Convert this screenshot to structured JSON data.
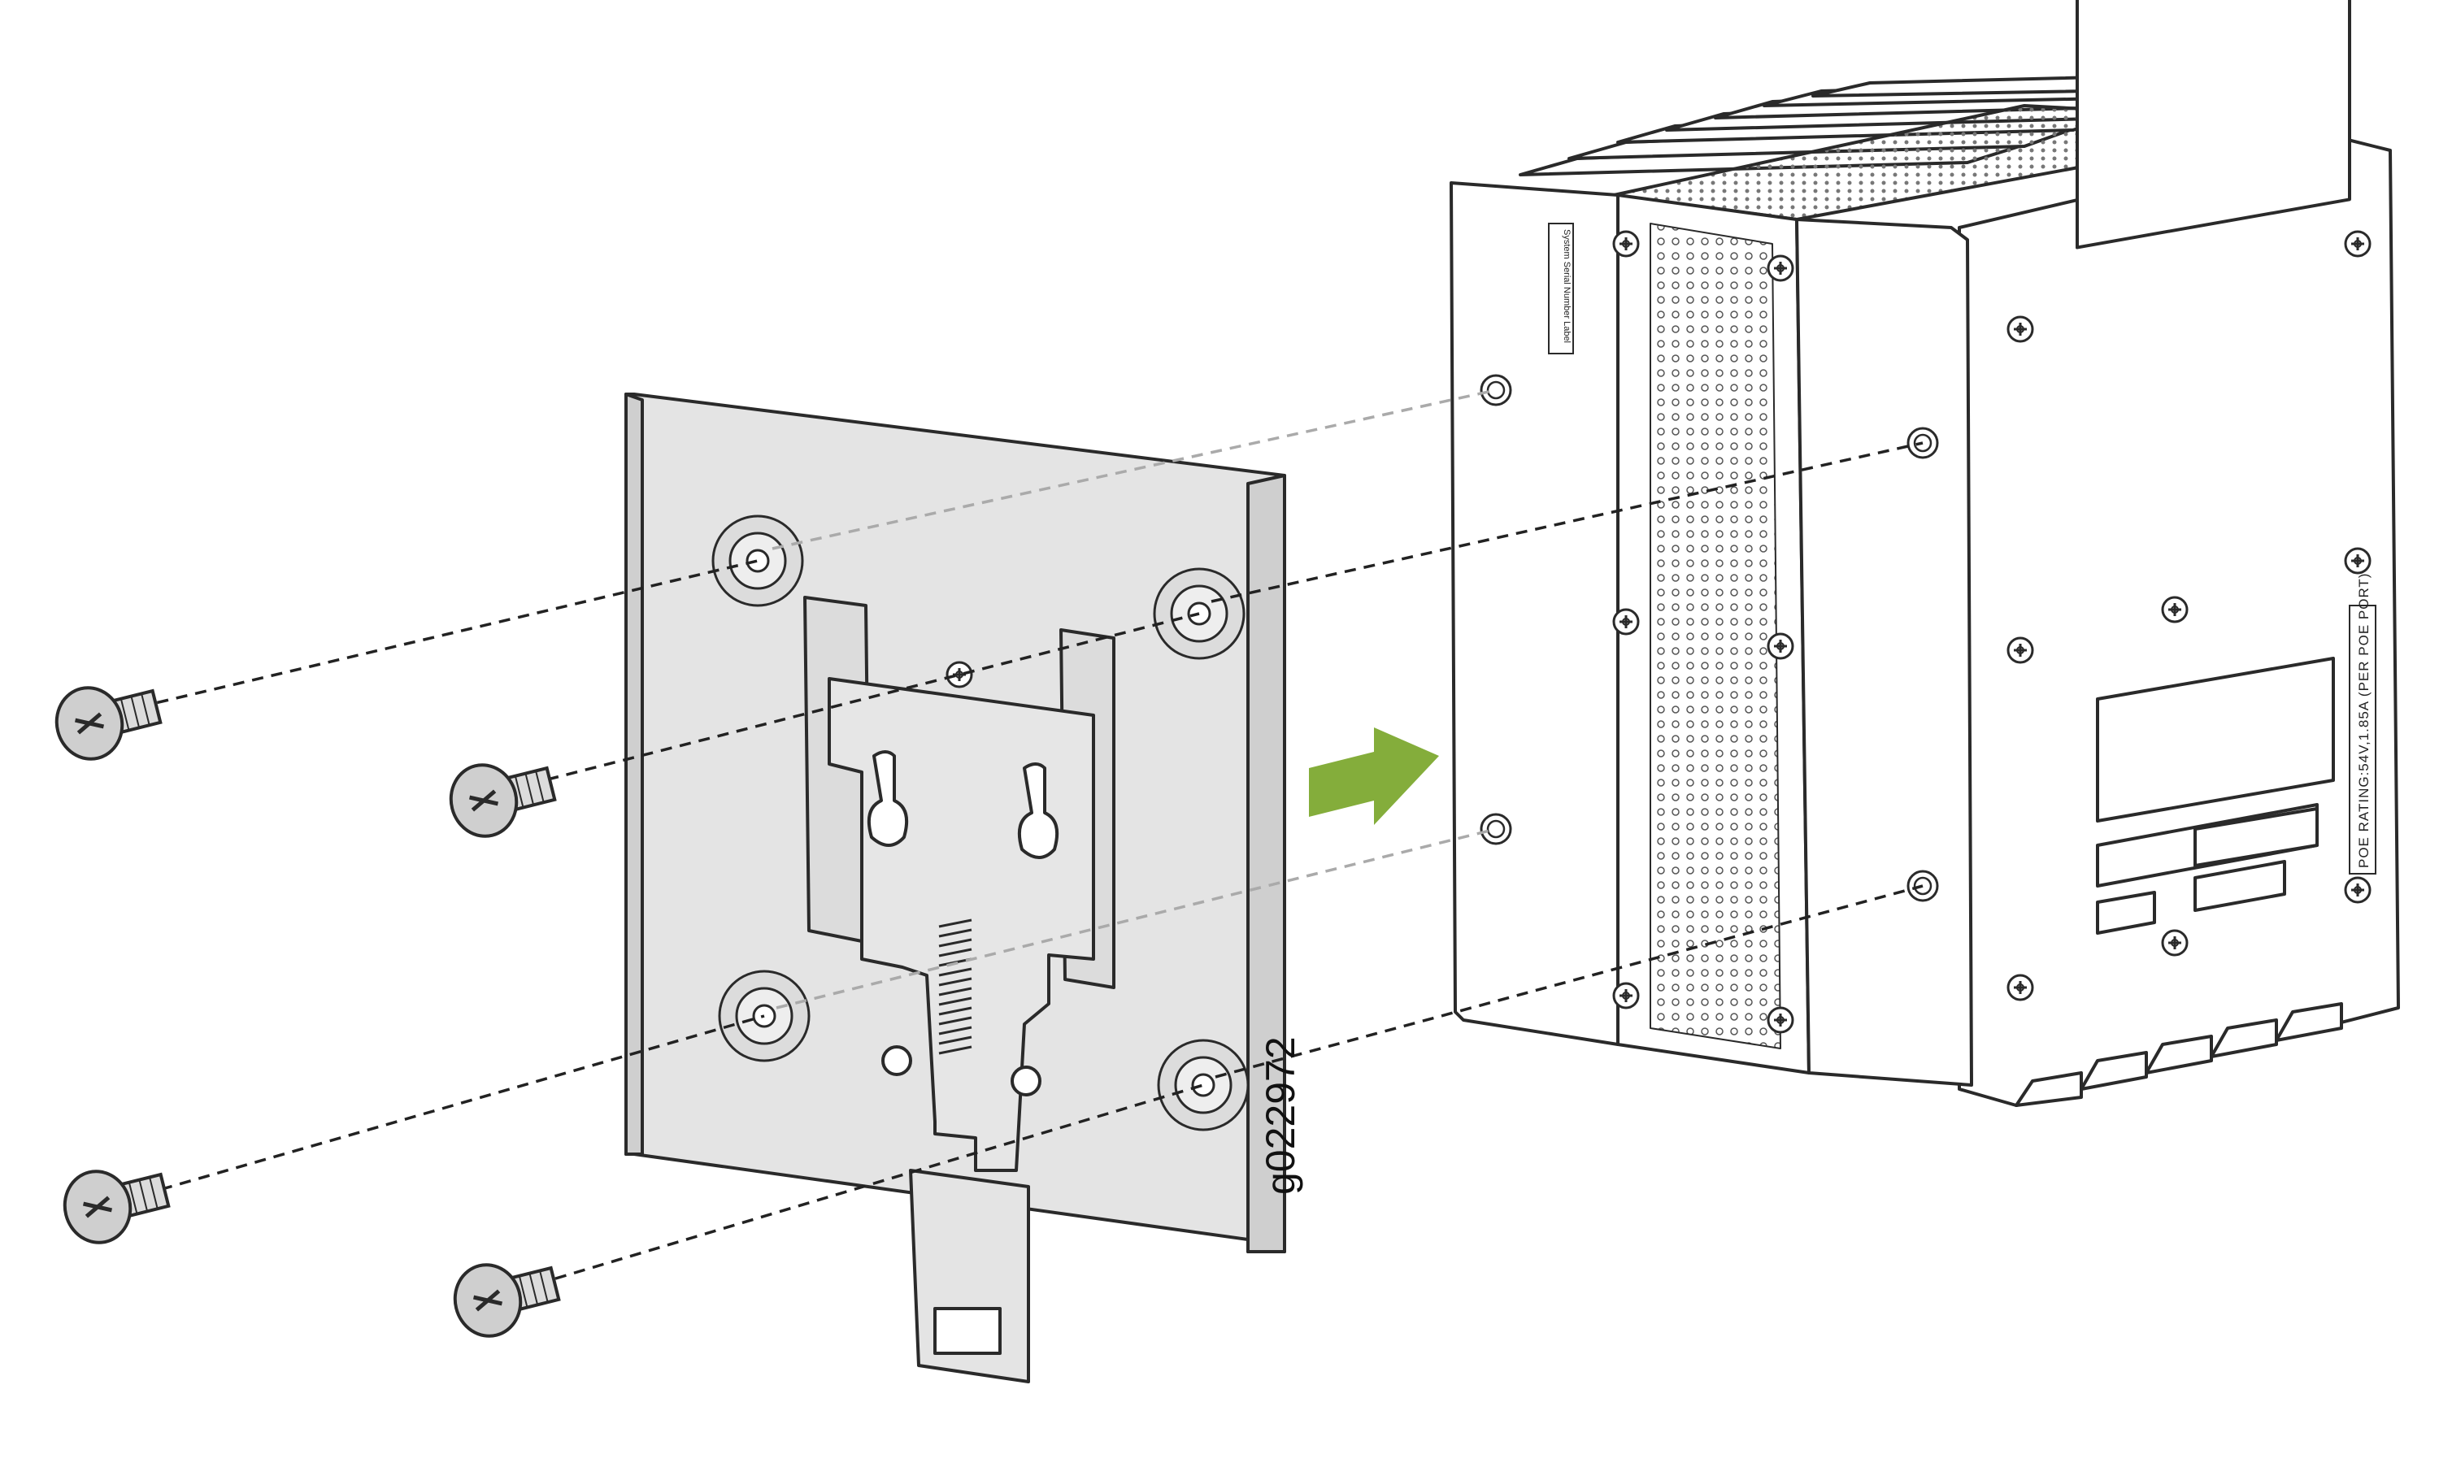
{
  "figure": {
    "id_label": "g022972",
    "serial_label": "System Serial Number Label",
    "poe_label": "POE RATING:54V,1.85A (PER POE PORT)"
  },
  "colors": {
    "stroke": "#2a2a2a",
    "plate_fill": "#e4e4e4",
    "plate_shadow": "#cfcfcf",
    "device_fill": "#ffffff",
    "arrow": "#84ad3b",
    "dash": "#222222"
  },
  "icons": {
    "screw": "phillips-screw-icon",
    "arrow": "direction-arrow-icon"
  }
}
